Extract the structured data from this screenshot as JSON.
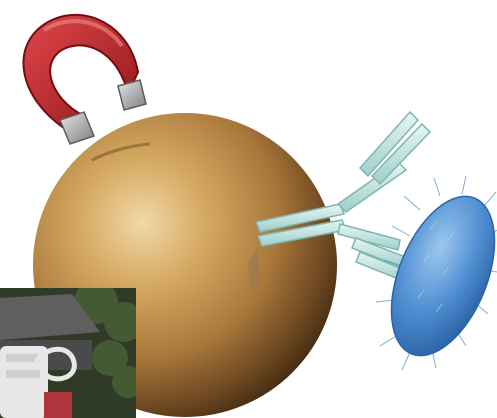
{
  "scene": {
    "objects": [
      "horseshoe-magnet",
      "magnetic-bead",
      "antibody",
      "bacterium"
    ],
    "colors": {
      "background": "#ffffff",
      "magnet_red": "#c0262a",
      "magnet_pole": "#9a9a9a",
      "bead_gold": "#c9a05a",
      "bead_shadow": "#3b2710",
      "antibody": "#bde3df",
      "bacterium_blue": "#4f8fd1"
    }
  },
  "inset_photo": {
    "subject": "outdoor-photo-thumbnail",
    "colors": {
      "foliage": "#2f3a27",
      "roof": "#5f5f5f",
      "object_white": "#e7e7e7",
      "accent_red": "#b0343b"
    }
  }
}
